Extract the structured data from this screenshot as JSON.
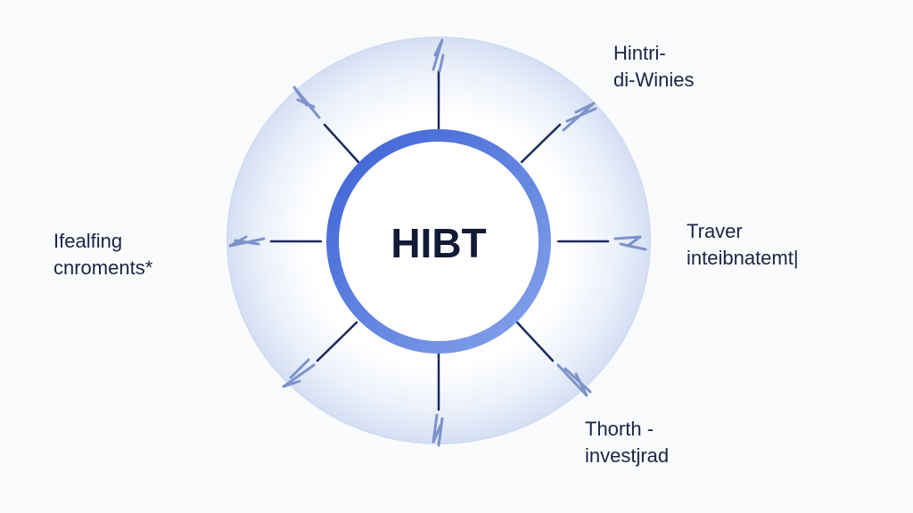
{
  "center": {
    "title": "HIBT"
  },
  "labels": {
    "top_right": [
      "Hintri-",
      "di-Winies"
    ],
    "right": [
      "Traver",
      "inteibnatemt|"
    ],
    "bottom_right": [
      "Thorth -",
      "investjrad"
    ],
    "left": [
      "Ifealfing",
      "cnroments*"
    ]
  },
  "colors": {
    "ring": "#4a72dc",
    "ring_light": "#7d9de8",
    "halo": "#dbe5f6",
    "spoke": "#1c2a5c",
    "arrow": "#7c93c9",
    "text": "#1c2444"
  }
}
